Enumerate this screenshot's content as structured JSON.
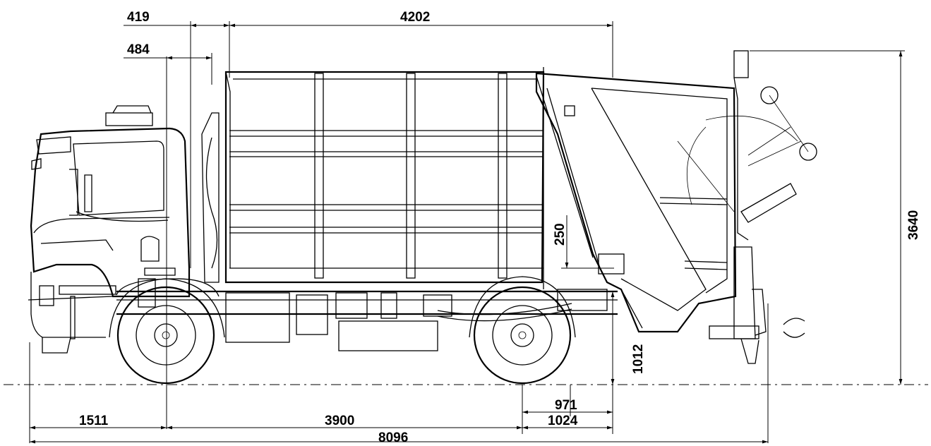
{
  "drawing": {
    "subject": "garbage-truck-side-elevation",
    "dimensions": {
      "d419": "419",
      "d484": "484",
      "d4202": "4202",
      "d3640": "3640",
      "d250": "250",
      "d1012": "1012",
      "d1511": "1511",
      "d3900": "3900",
      "d971": "971",
      "d1024": "1024",
      "d8096": "8096"
    }
  }
}
